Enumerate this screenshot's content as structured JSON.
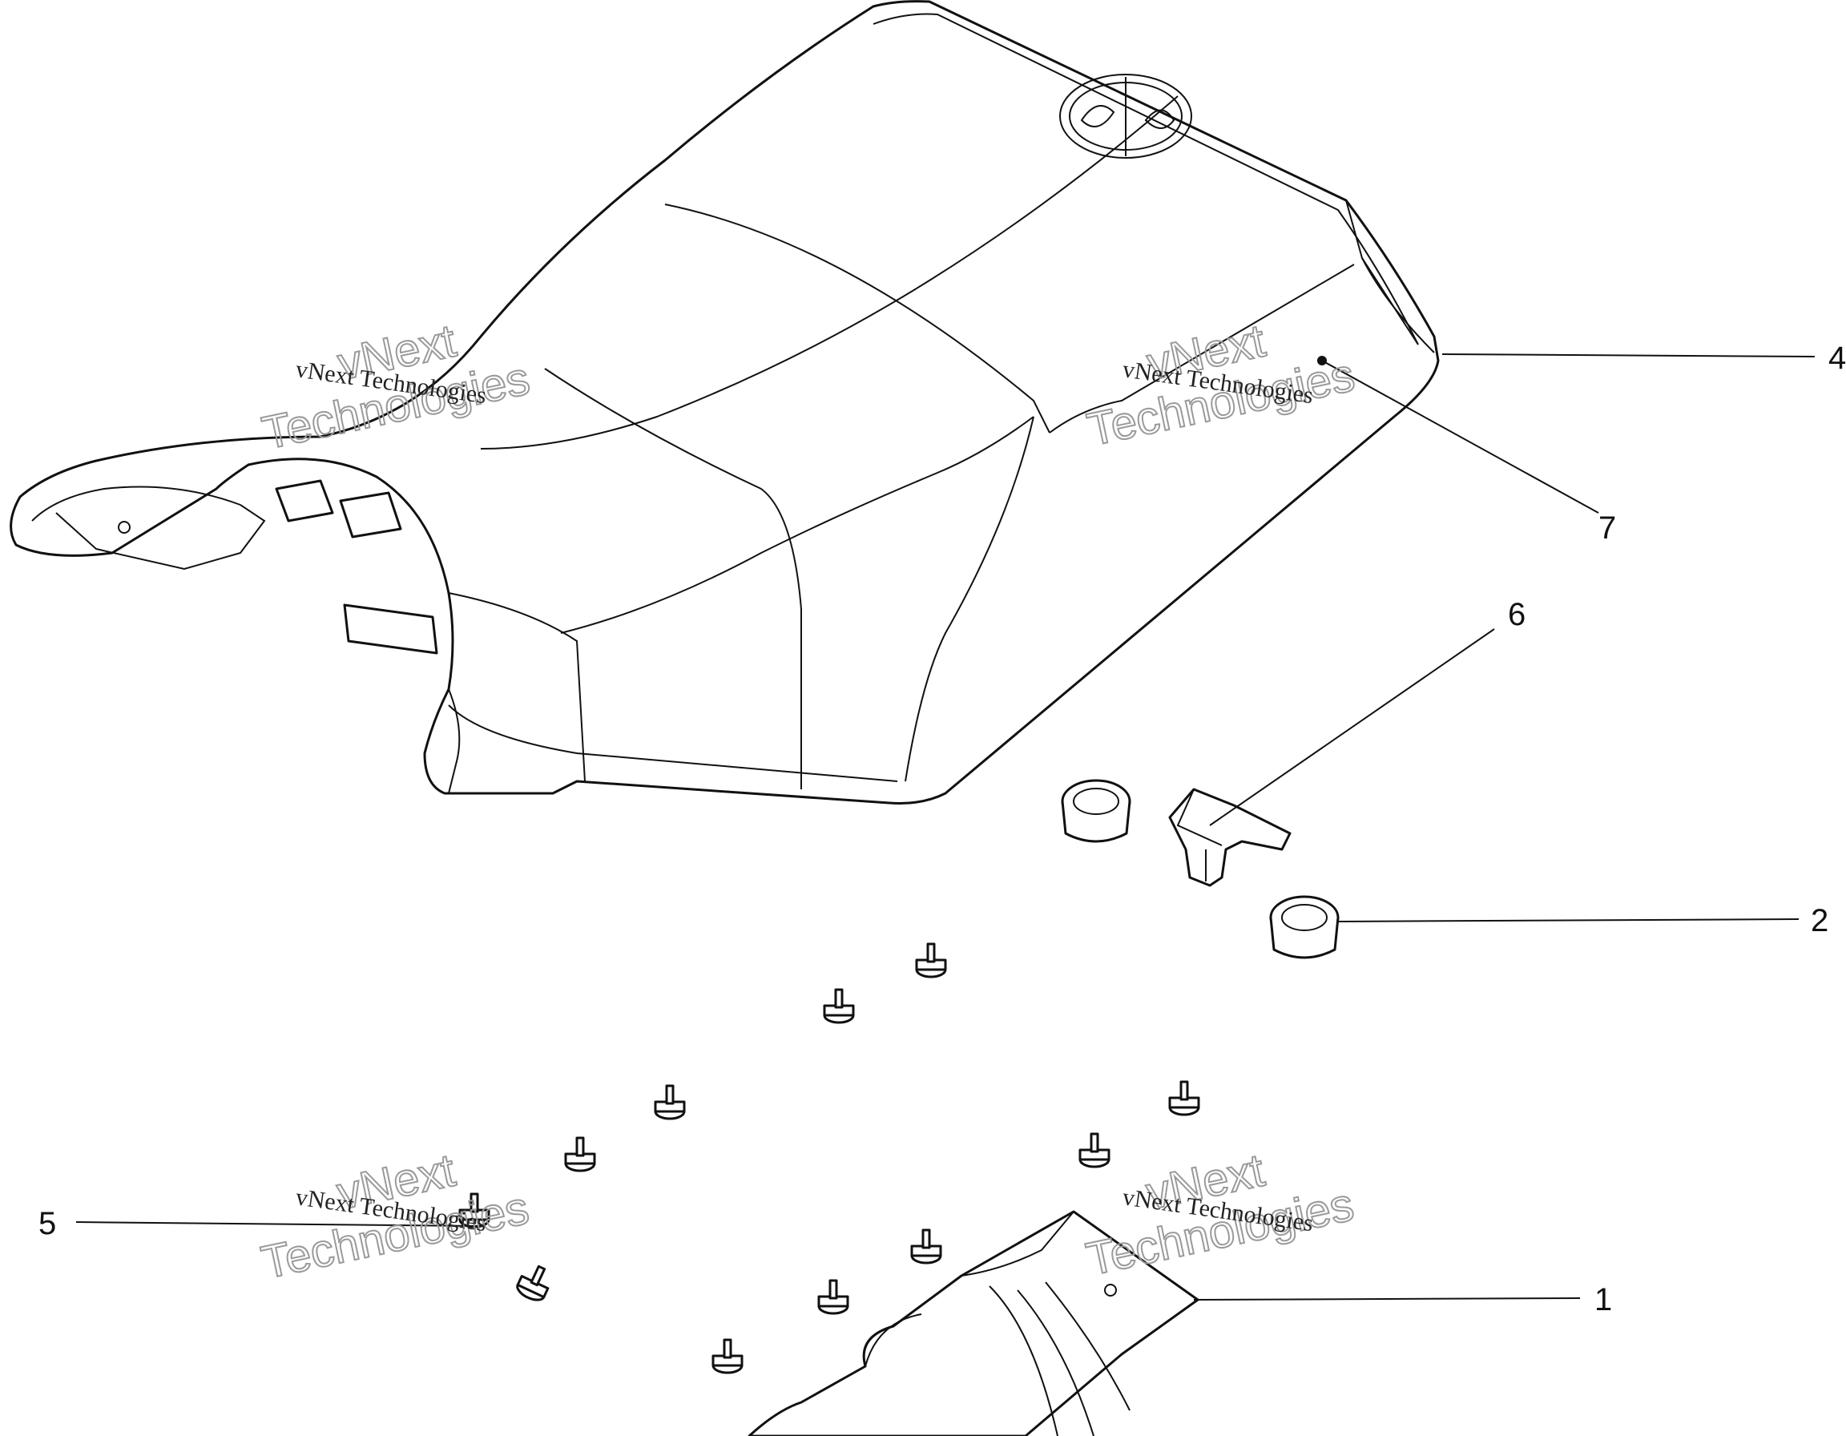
{
  "callouts": [
    {
      "id": "1",
      "label": "1"
    },
    {
      "id": "2",
      "label": "2"
    },
    {
      "id": "4",
      "label": "4"
    },
    {
      "id": "5",
      "label": "5"
    },
    {
      "id": "6",
      "label": "6"
    },
    {
      "id": "7",
      "label": "7"
    }
  ],
  "watermark": {
    "company": "vNext Technologies",
    "brand_line1": "vNext",
    "brand_line2": "Technologies"
  },
  "colors": {
    "line": "#111111",
    "watermark_outline": "#9a9a9a",
    "background": "#ffffff"
  }
}
